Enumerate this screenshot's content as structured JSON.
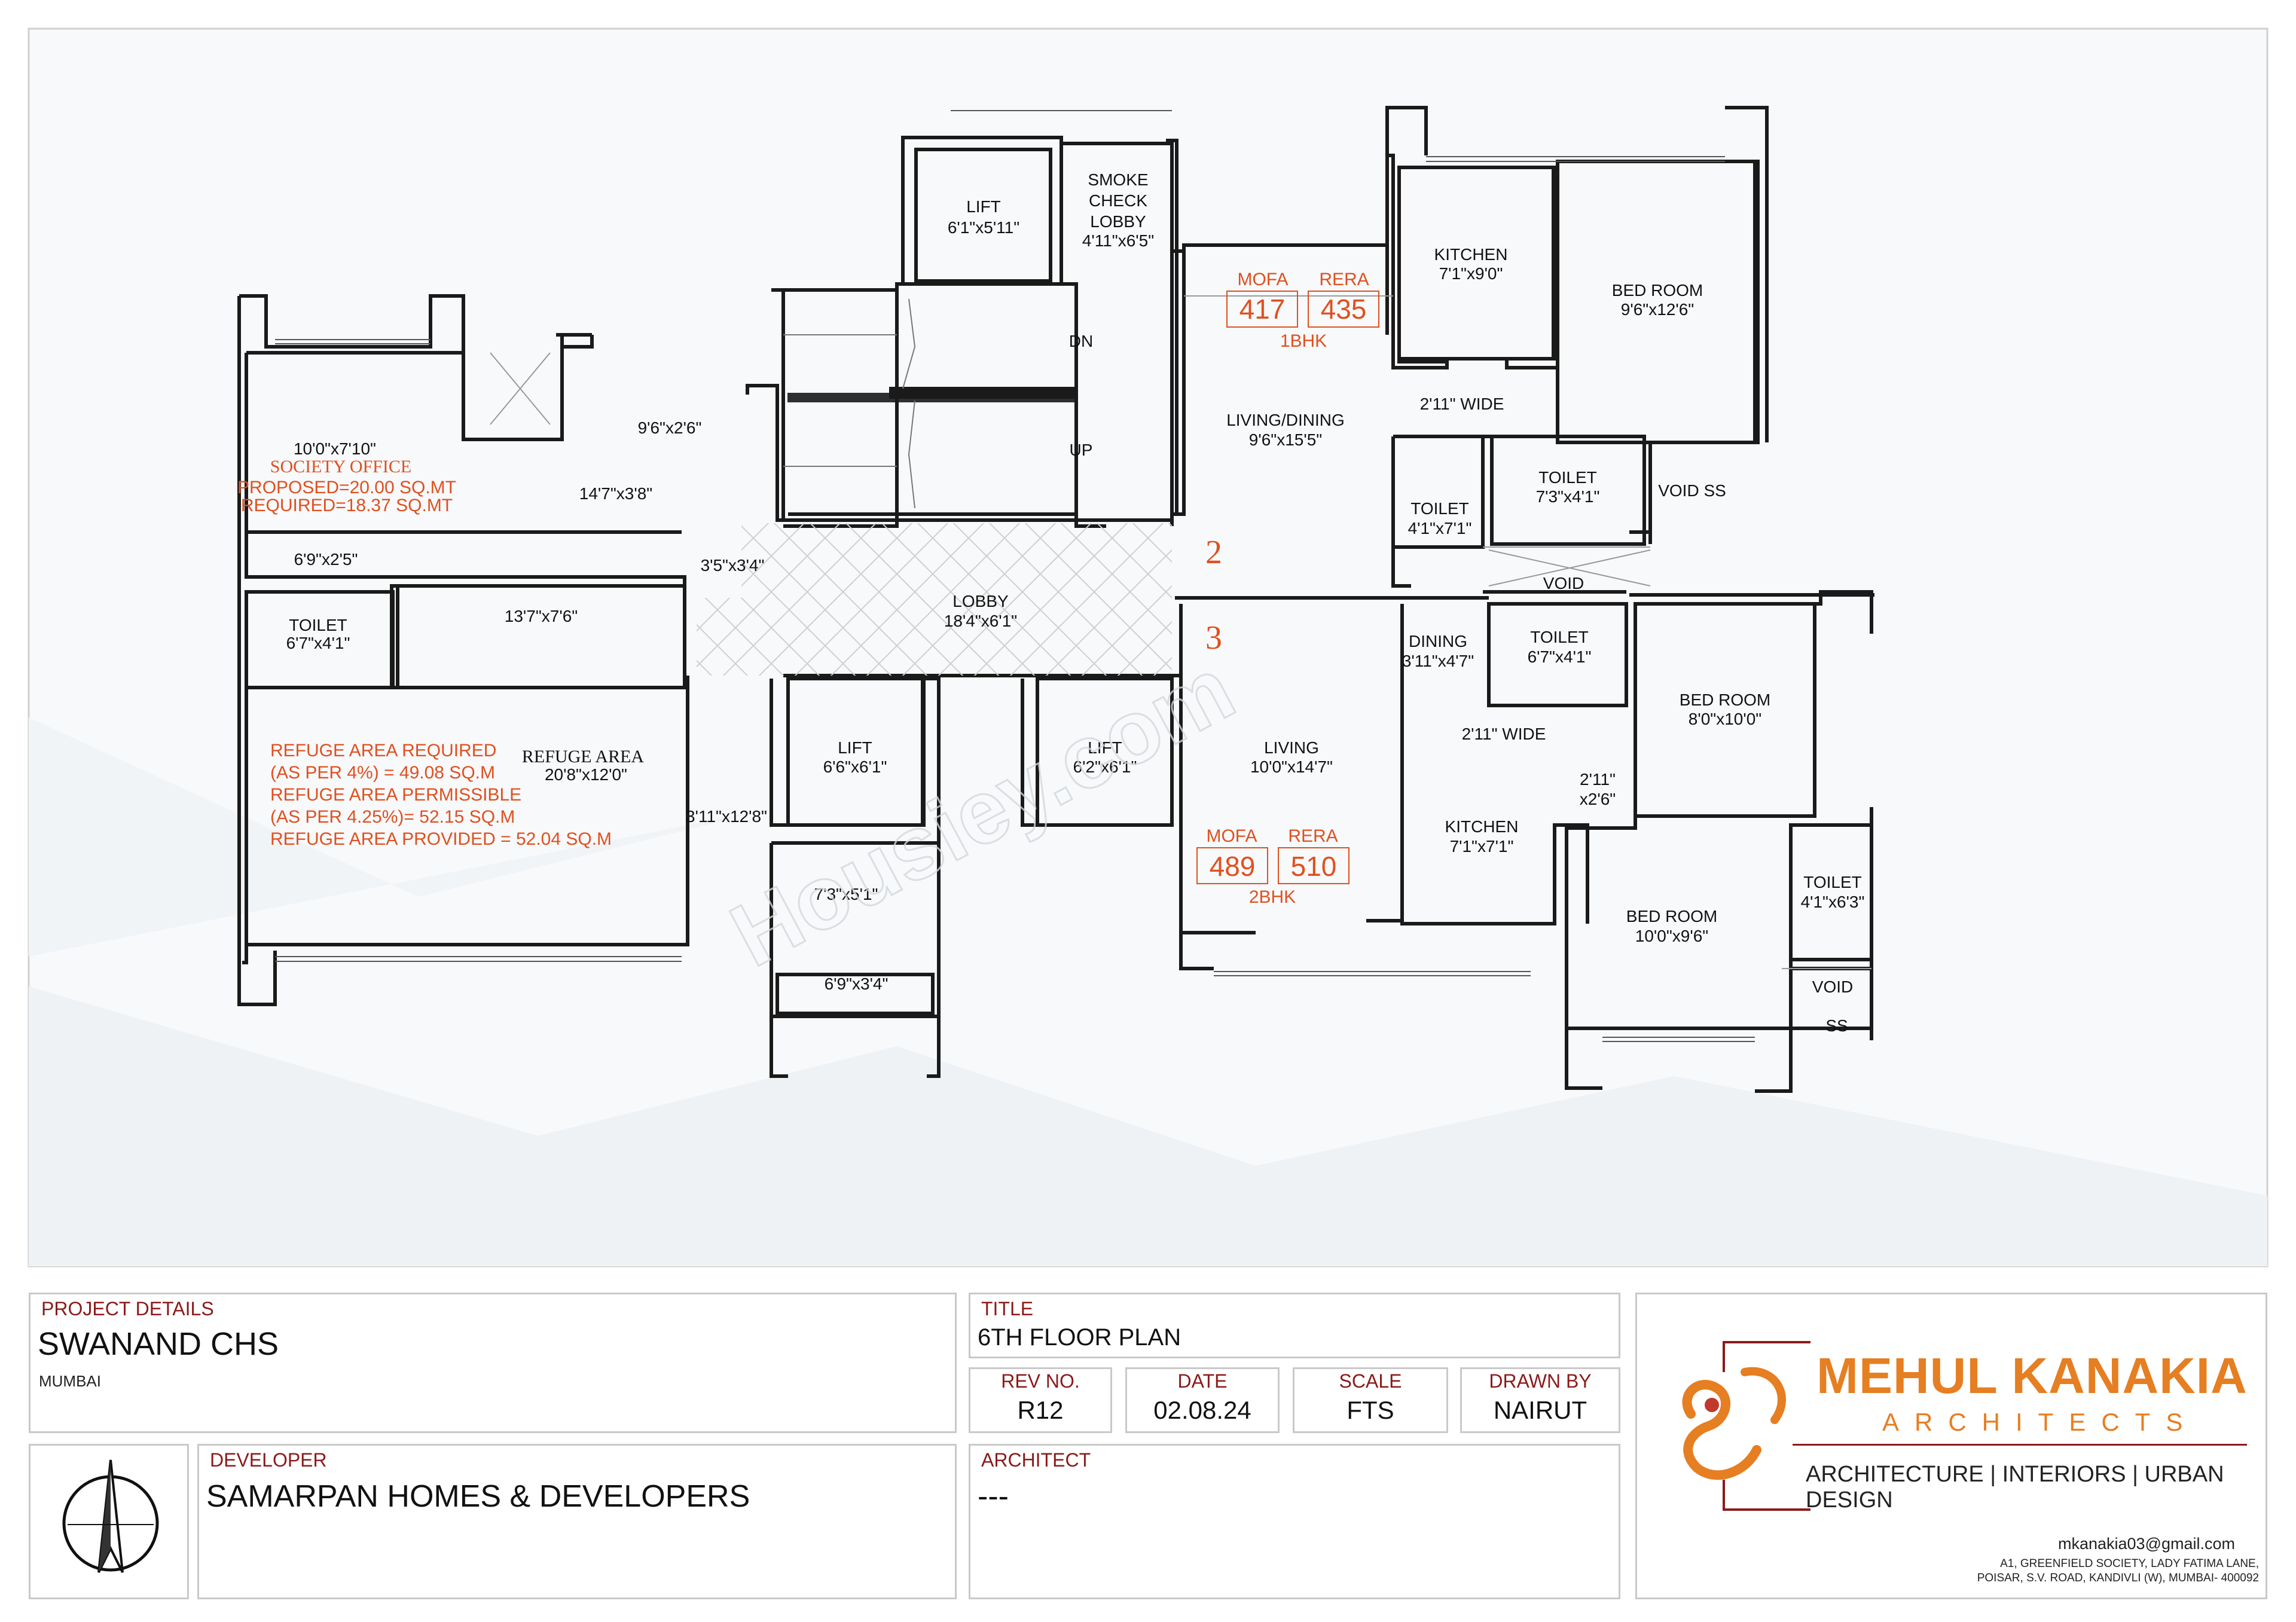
{
  "plan": {
    "watermark": "Housiey.com",
    "areas": {
      "society_office_size": "10'0\"x7'10\"",
      "society_office": "SOCIETY OFFICE",
      "proposed": "PROPOSED=20.00 SQ.MT",
      "required": "REQUIRED=18.37 SQ.MT",
      "passage_1": "9'6\"x2'6\"",
      "passage_2": "14'7\"x3'8\"",
      "passage_3": "6'9\"x2'5\"",
      "passage_4": "3'5\"x3'4\"",
      "passage_5": "13'7\"x7'6\"",
      "toilet_left": "TOILET",
      "toilet_left_size": "6'7\"x4'1\"",
      "refuge_area": "REFUGE AREA",
      "refuge_area_size": "20'8\"x12'0\"",
      "refuge_req_1": "REFUGE AREA REQUIRED",
      "refuge_req_2": "(AS PER 4%) = 49.08 SQ.M",
      "refuge_perm_1": "REFUGE AREA PERMISSIBLE",
      "refuge_perm_2": "(AS PER 4.25%)= 52.15 SQ.M",
      "refuge_prov": "REFUGE AREA PROVIDED = 52.04 SQ.M",
      "passage_6": "3'11\"x12'8\"",
      "passage_7": "7'3\"x5'1\"",
      "passage_8": "6'9\"x3'4\"",
      "lift_top": "LIFT",
      "lift_top_size": "6'1\"x5'11\"",
      "smoke_1": "SMOKE",
      "smoke_2": "CHECK",
      "smoke_3": "LOBBY",
      "smoke_size": "4'11\"x6'5\"",
      "dn": "DN",
      "up": "UP",
      "lobby": "LOBBY",
      "lobby_size": "18'4\"x6'1\"",
      "lift_2": "LIFT",
      "lift_2_size": "6'6\"x6'1\"",
      "lift_3": "LIFT",
      "lift_3_size": "6'2\"x6'1\""
    },
    "flat2": {
      "number": "2",
      "mofa_label": "MOFA",
      "rera_label": "RERA",
      "mofa": "417",
      "rera": "435",
      "type": "1BHK",
      "kitchen": "KITCHEN",
      "kitchen_size": "7'1\"x9'0\"",
      "bedroom": "BED ROOM",
      "bedroom_size": "9'6\"x12'6\"",
      "living": "LIVING/DINING",
      "living_size": "9'6\"x15'5\"",
      "wide": "2'11\" WIDE",
      "toilet_a": "TOILET",
      "toilet_a_size": "4'1\"x7'1\"",
      "toilet_b": "TOILET",
      "toilet_b_size": "7'3\"x4'1\"",
      "void_ss": "VOID SS",
      "void": "VOID"
    },
    "flat3": {
      "number": "3",
      "mofa_label": "MOFA",
      "rera_label": "RERA",
      "mofa": "489",
      "rera": "510",
      "type": "2BHK",
      "dining": "DINING",
      "dining_size": "3'11\"x4'7\"",
      "toilet_a": "TOILET",
      "toilet_a_size": "6'7\"x4'1\"",
      "bedroom_a": "BED ROOM",
      "bedroom_a_size": "8'0\"x10'0\"",
      "living": "LIVING",
      "living_size": "10'0\"x14'7\"",
      "wide": "2'11\" WIDE",
      "passage": "2'11\"",
      "passage_size": "x2'6\"",
      "kitchen": "KITCHEN",
      "kitchen_size": "7'1\"x7'1\"",
      "bedroom_b": "BED ROOM",
      "bedroom_b_size": "10'0\"x9'6\"",
      "toilet_b": "TOILET",
      "toilet_b_size": "4'1\"x6'3\"",
      "void": "VOID",
      "ss": "SS"
    }
  },
  "title_block": {
    "project_label": "PROJECT DETAILS",
    "project_name": "SWANAND CHS",
    "project_city": "MUMBAI",
    "title_label": "TITLE",
    "title_value": "6TH FLOOR PLAN",
    "rev_label": "REV NO.",
    "rev_value": "R12",
    "date_label": "DATE",
    "date_value": "02.08.24",
    "scale_label": "SCALE",
    "scale_value": "FTS",
    "drawn_label": "DRAWN BY",
    "drawn_value": "NAIRUT",
    "developer_label": "DEVELOPER",
    "developer_value": "SAMARPAN HOMES & DEVELOPERS",
    "architect_label": "ARCHITECT",
    "architect_value": "---",
    "firm_name": "MEHUL KANAKIA",
    "firm_sub": "ARCHITECTS",
    "firm_services": "ARCHITECTURE | INTERIORS | URBAN DESIGN",
    "firm_email": "mkanakia03@gmail.com",
    "firm_addr_1": "A1, GREENFIELD SOCIETY, LADY FATIMA LANE,",
    "firm_addr_2": "POISAR, S.V. ROAD, KANDIVLI (W), MUMBAI- 400092"
  },
  "colors": {
    "accent_red": "#e0501f",
    "label_maroon": "#8b1a1a",
    "brand_orange": "#e67e22",
    "wall": "#1a1a1a"
  }
}
